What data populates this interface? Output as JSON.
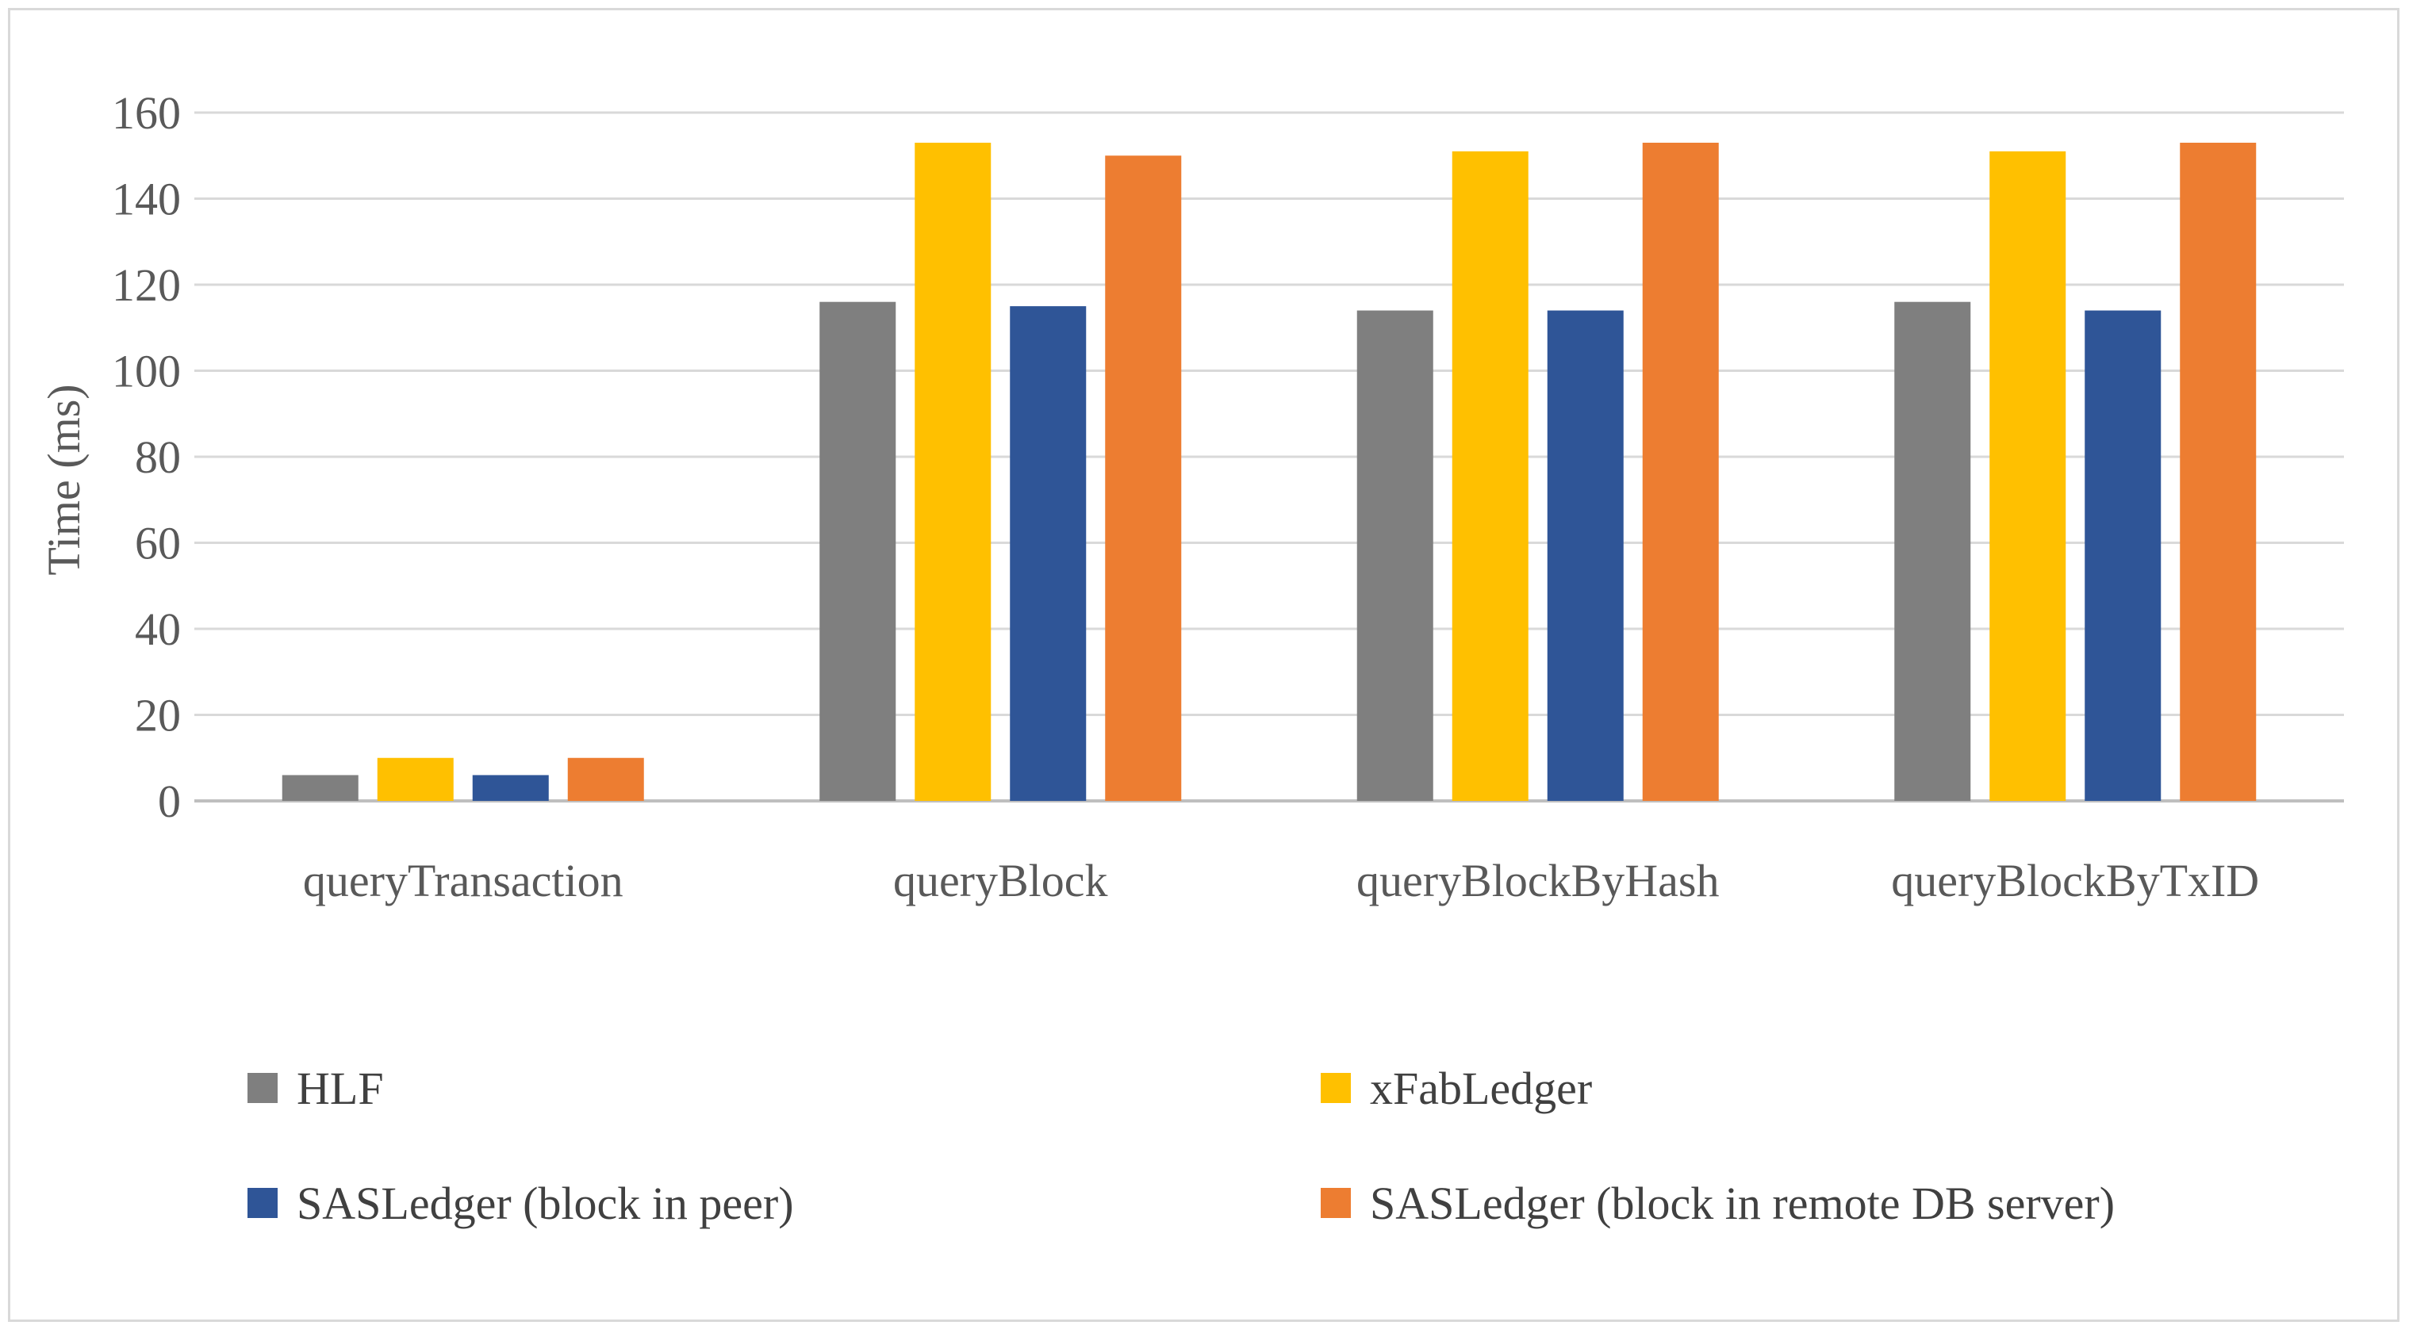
{
  "chart_data": {
    "type": "bar",
    "categories": [
      "queryTransaction",
      "queryBlock",
      "queryBlockByHash",
      "queryBlockByTxID"
    ],
    "series": [
      {
        "name": "HLF",
        "color": "#7f7f7f",
        "values": [
          6,
          116,
          114,
          116
        ]
      },
      {
        "name": "xFabLedger",
        "color": "#ffc000",
        "values": [
          10,
          153,
          151,
          151
        ]
      },
      {
        "name": "SASLedger (block in peer)",
        "color": "#2f5597",
        "values": [
          6,
          115,
          114,
          114
        ]
      },
      {
        "name": "SASLedger (block in remote DB server)",
        "color": "#ed7d31",
        "values": [
          10,
          150,
          153,
          153
        ]
      }
    ],
    "title": "",
    "xlabel": "",
    "ylabel": "Time (ms)",
    "ylim": [
      0,
      160
    ],
    "yticks": [
      0,
      20,
      40,
      60,
      80,
      100,
      120,
      140,
      160
    ],
    "grid": true,
    "legend_position": "bottom"
  }
}
